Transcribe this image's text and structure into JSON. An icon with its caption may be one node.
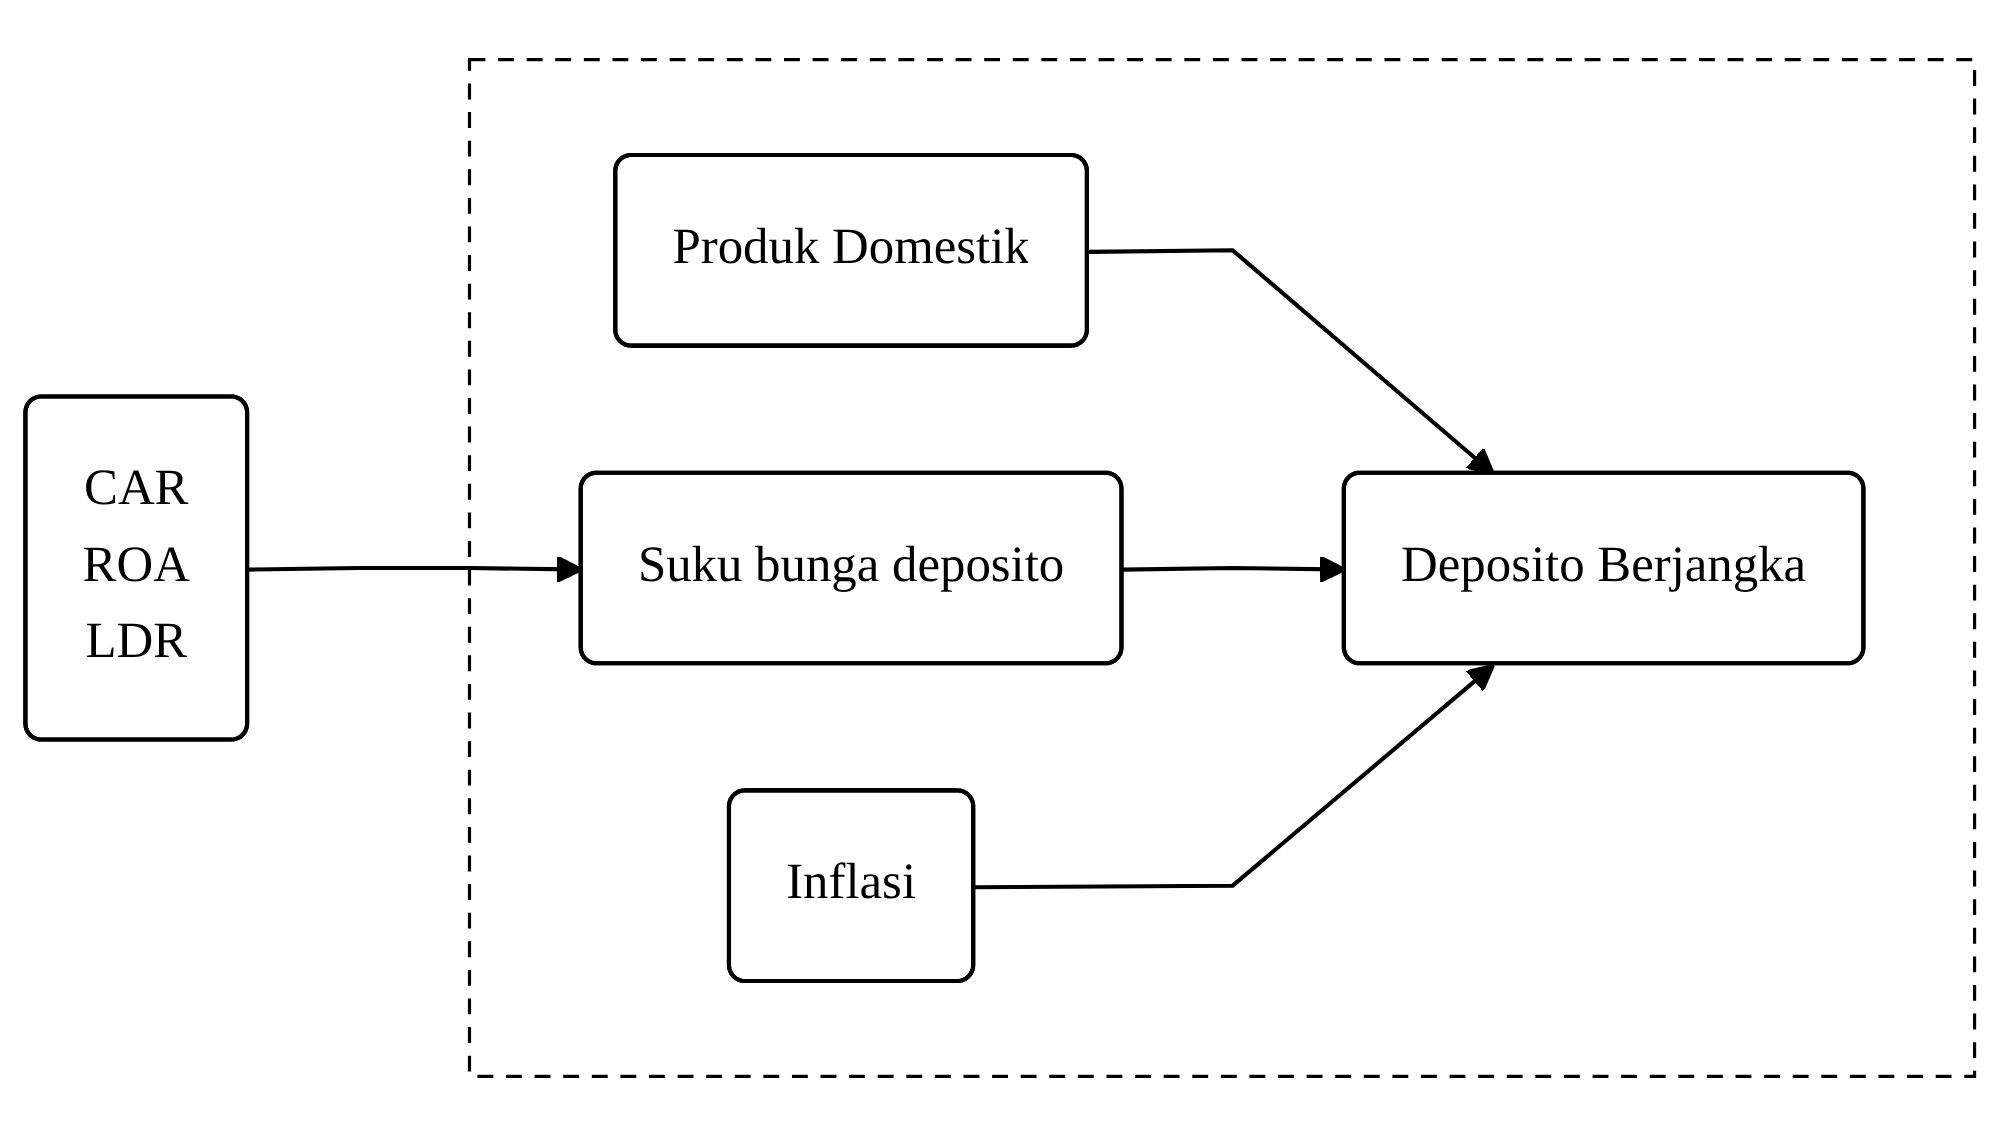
{
  "diagram": {
    "nodes": [
      {
        "text": [
          "CAR",
          "ROA",
          "LDR"
        ]
      },
      {
        "text": [],
        "shape": "box"
      },
      {
        "text": [
          "Produk Domestik"
        ],
        "in": 1
      },
      {
        "text": [
          "Suku bunga deposito"
        ],
        "in": 1
      },
      {
        "text": [
          "Inflasi"
        ],
        "in": 1
      },
      {
        "text": [
          "Deposito Berjangka"
        ],
        "in": 1
      }
    ],
    "edges": [
      {
        "from": 0,
        "to": 3,
        "arrow": "to"
      },
      {
        "from": 2,
        "to": 5,
        "arrow": "to"
      },
      {
        "from": 3,
        "to": 5,
        "arrow": "to"
      },
      {
        "from": 4,
        "to": 5,
        "arrow": "to"
      }
    ]
  }
}
